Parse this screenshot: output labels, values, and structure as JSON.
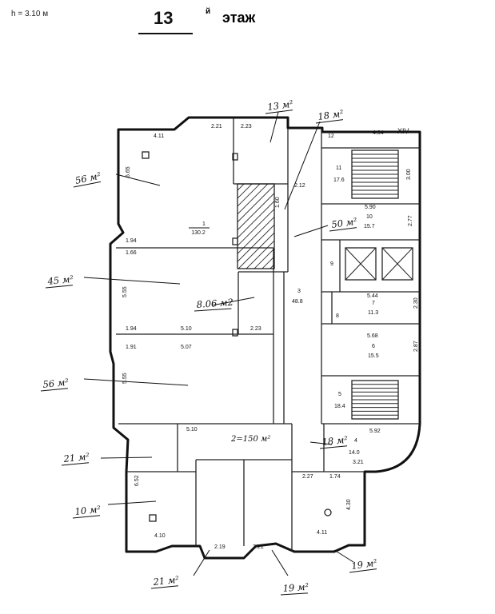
{
  "header": {
    "height": "h = 3.10 м",
    "floor": "13",
    "sup": "й",
    "word": "этаж"
  },
  "rooms": {
    "r1": {
      "num": "1",
      "area": "130.2"
    },
    "r3": {
      "num": "3",
      "area": "48.8"
    },
    "r4": {
      "num": "4",
      "area": "14.0"
    },
    "r5": {
      "num": "5",
      "area": "18.4"
    },
    "r6": {
      "num": "6",
      "area": "15.5"
    },
    "r7": {
      "num": "7",
      "area": "11.3"
    },
    "r8": {
      "num": "8"
    },
    "r9": {
      "num": "9"
    },
    "r10": {
      "num": "10",
      "area": "15.7"
    },
    "r11": {
      "num": "11",
      "area": "17.6"
    },
    "r12": {
      "num": "12"
    },
    "r2": {
      "label": "2=150 м²"
    }
  },
  "section": "XIV",
  "dims": [
    "4.11",
    "2.21",
    "2.23",
    "4.34",
    "6.65",
    "2.12",
    "1.60",
    "5.90",
    "2.77",
    "1.94",
    "1.66",
    "5.55",
    "1.94",
    "5.10",
    "2.23",
    "1.91",
    "5.07",
    "5.55",
    "5.10",
    "5.44",
    "2.30",
    "5.68",
    "2.87",
    "3.00",
    "5.92",
    "3.21",
    "2.27",
    "1.74",
    "6.52",
    "4.10",
    "2.19",
    "2.21",
    "4.11",
    "4.30"
  ],
  "areas": [
    "13 м²",
    "18 м²",
    "56 м²",
    "50 м²",
    "45 м²",
    "8.06 м2",
    "56 м²",
    "21 м²",
    "10 м²",
    "21 м²",
    "19 м²",
    "18 м²",
    "19 м²"
  ]
}
